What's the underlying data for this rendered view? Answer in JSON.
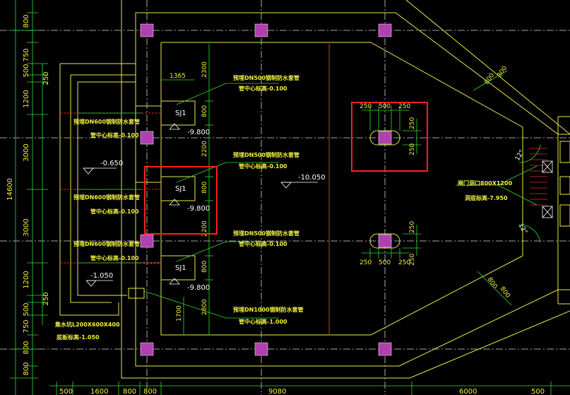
{
  "colors": {
    "background": "#000000",
    "wall": "#e8e84a",
    "dim": "#33dd33",
    "axis": "#d8d8d8",
    "column": "#b040b0",
    "pipe": "#e03030",
    "highlight": "#ff2020",
    "text_yellow": "#f0f040",
    "text_white": "#ffffff"
  },
  "left_dimensions": [
    "800",
    "750",
    "500",
    "250",
    "1200",
    "3000",
    "3000",
    "1200",
    "250",
    "500",
    "750",
    "800",
    "800"
  ],
  "left_total": "14600",
  "bottom_dimensions": [
    "500",
    "1600",
    "800",
    "800",
    "9080",
    "6000",
    "500"
  ],
  "pump_pits": [
    {
      "label": "SJ1",
      "width": "800",
      "elev": "-9.800",
      "dim_top": "2300",
      "dim_bottom": "2200"
    },
    {
      "label": "SJ1",
      "width": "800",
      "elev": "-9.800",
      "dim_top": "2200",
      "dim_bottom": "2200"
    },
    {
      "label": "SJ1",
      "width": "800",
      "elev": "-9.800",
      "dim_top": "2200",
      "dim_bottom": "2800"
    }
  ],
  "dim_1365": "1365",
  "dim_1700": "1700",
  "notes": {
    "pipe_dn500_a": "预埋DN500钢制防水套管",
    "pipe_dn500_a_elev": "管中心标高-0.100",
    "pipe_dn500_b": "预埋DN500钢制防水套管",
    "pipe_dn500_b_elev": "管中心标高-0.100",
    "pipe_dn500_c": "预埋DN500钢制防水套管",
    "pipe_dn500_c_elev": "管中心标高-0.100",
    "pipe_dn1000": "预埋DN1000钢制防水套管",
    "pipe_dn1000_elev": "管中心标高-1.000",
    "pipe_dn600_a": "预埋DN600钢制防水套管",
    "pipe_dn600_a_elev": "管中心标高-0.100",
    "pipe_dn600_b": "预埋DN600钢制防水套管",
    "pipe_dn600_b_elev": "管中心标高-0.100",
    "pipe_dn600_c": "预埋DN600钢制防水套管",
    "pipe_dn600_c_elev": "管中心标高-0.100",
    "sump": "集水坑L200X600X400",
    "sump_elev": "底板标高-1.050",
    "gate": "闸门洞口800X1200",
    "gate_elev": "洞底标高-7.950"
  },
  "elevations": {
    "left_floor": "-0.650",
    "left_sump": "-1.050",
    "main_floor": "-10.050"
  },
  "opening_dims": {
    "a": "250",
    "b": "500",
    "c": "250",
    "d": "250",
    "e": "250"
  },
  "opening_dims_lower": {
    "a": "250",
    "b": "500",
    "c": "250",
    "d": "250",
    "e": "250"
  },
  "angle_labels": [
    "12°",
    "12°"
  ],
  "diag_dims": [
    "800",
    "800",
    "800",
    "800"
  ]
}
